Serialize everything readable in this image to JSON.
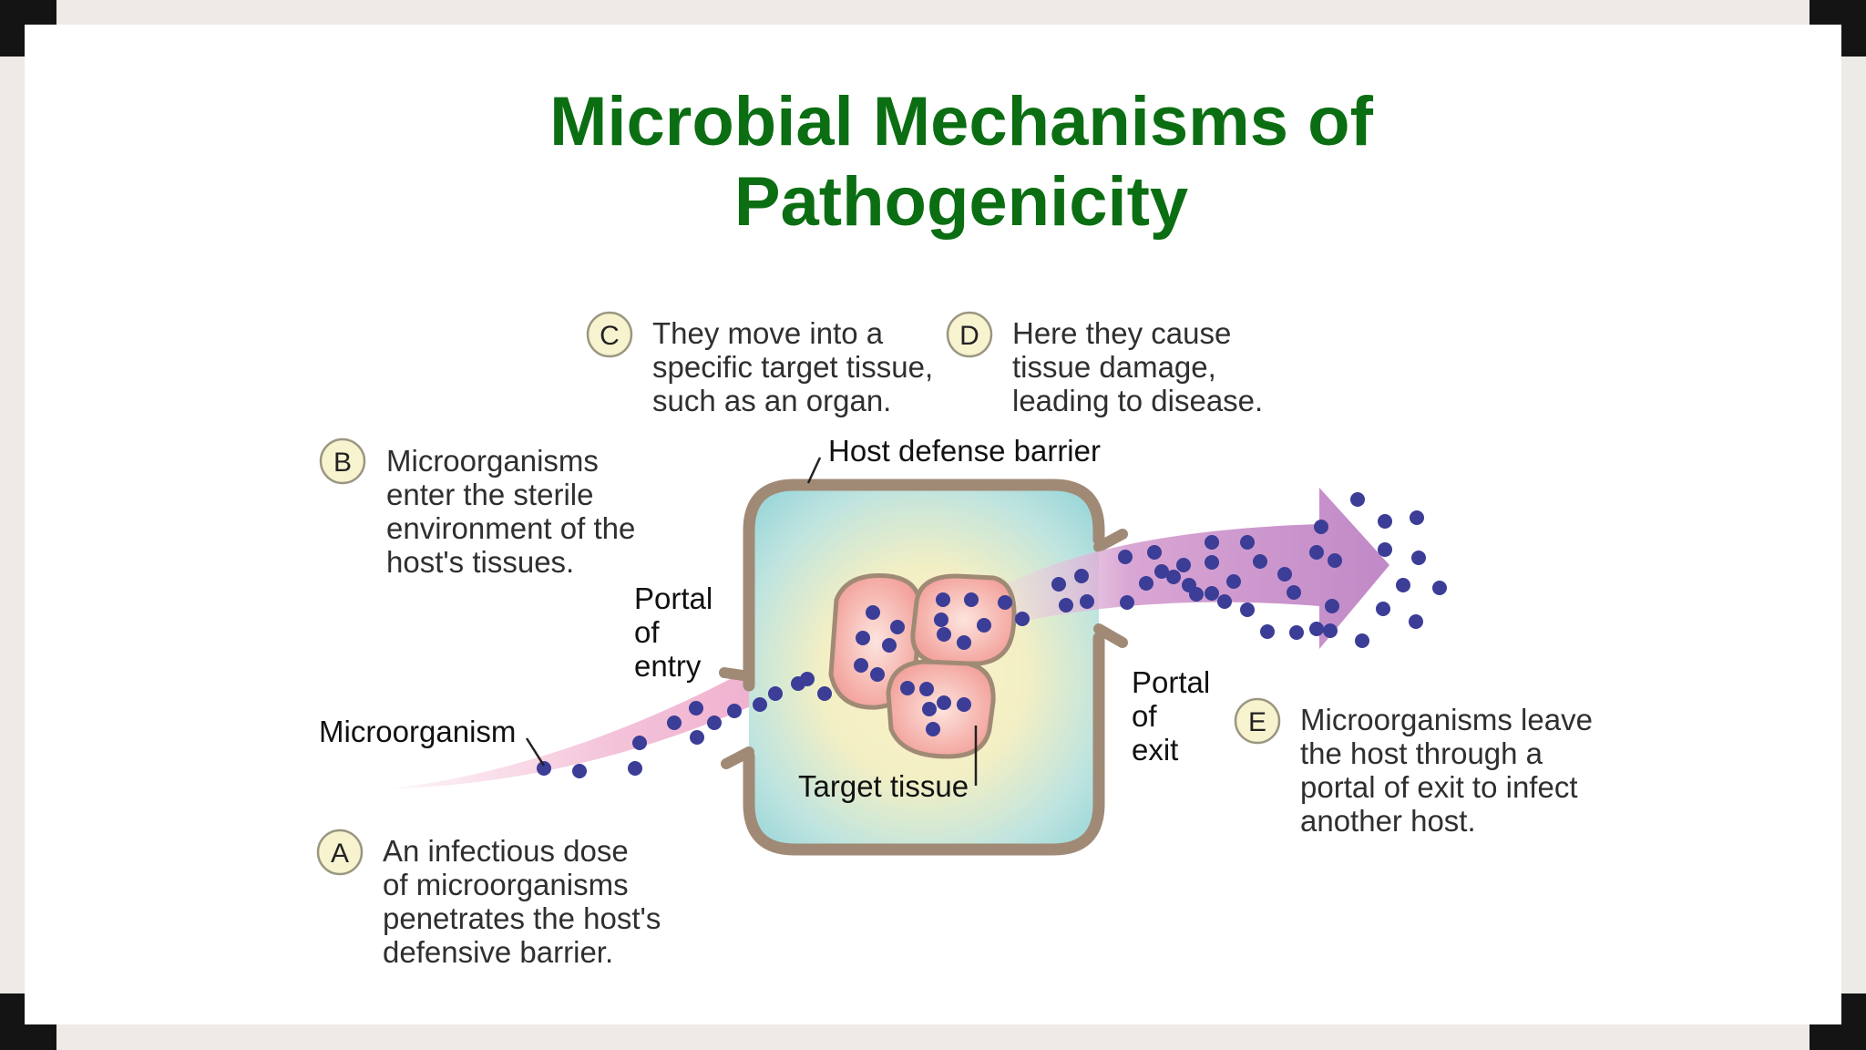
{
  "title": {
    "line1": "Microbial Mechanisms of",
    "line2": "Pathogenicity"
  },
  "labels": {
    "host_defense_barrier": "Host defense barrier",
    "portal_of_entry": [
      "Portal",
      "of",
      "entry"
    ],
    "portal_of_exit": [
      "Portal",
      "of",
      "exit"
    ],
    "microorganism": "Microorganism",
    "target_tissue": "Target tissue"
  },
  "steps": {
    "A": {
      "letter": "A",
      "lines": [
        "An infectious dose",
        "of microorganisms",
        "penetrates the host's",
        "defensive barrier."
      ]
    },
    "B": {
      "letter": "B",
      "lines": [
        "Microorganisms",
        "enter the sterile",
        "environment of the",
        "host's tissues."
      ]
    },
    "C": {
      "letter": "C",
      "lines": [
        "They move into a",
        "specific target tissue,",
        "such as an organ."
      ]
    },
    "D": {
      "letter": "D",
      "lines": [
        "Here they cause",
        "tissue damage,",
        "leading to disease."
      ]
    },
    "E": {
      "letter": "E",
      "lines": [
        "Microorganisms leave",
        "the host through a",
        "portal of exit to infect",
        "another host."
      ]
    }
  },
  "colors": {
    "title": "#0b6e12",
    "microbe_dot": "#3b3d97",
    "barrier": "#a08a76",
    "tissue_fill": "#f2a7a0",
    "arrow": "#c48ac4",
    "badge_fill": "#f7f3cf"
  }
}
